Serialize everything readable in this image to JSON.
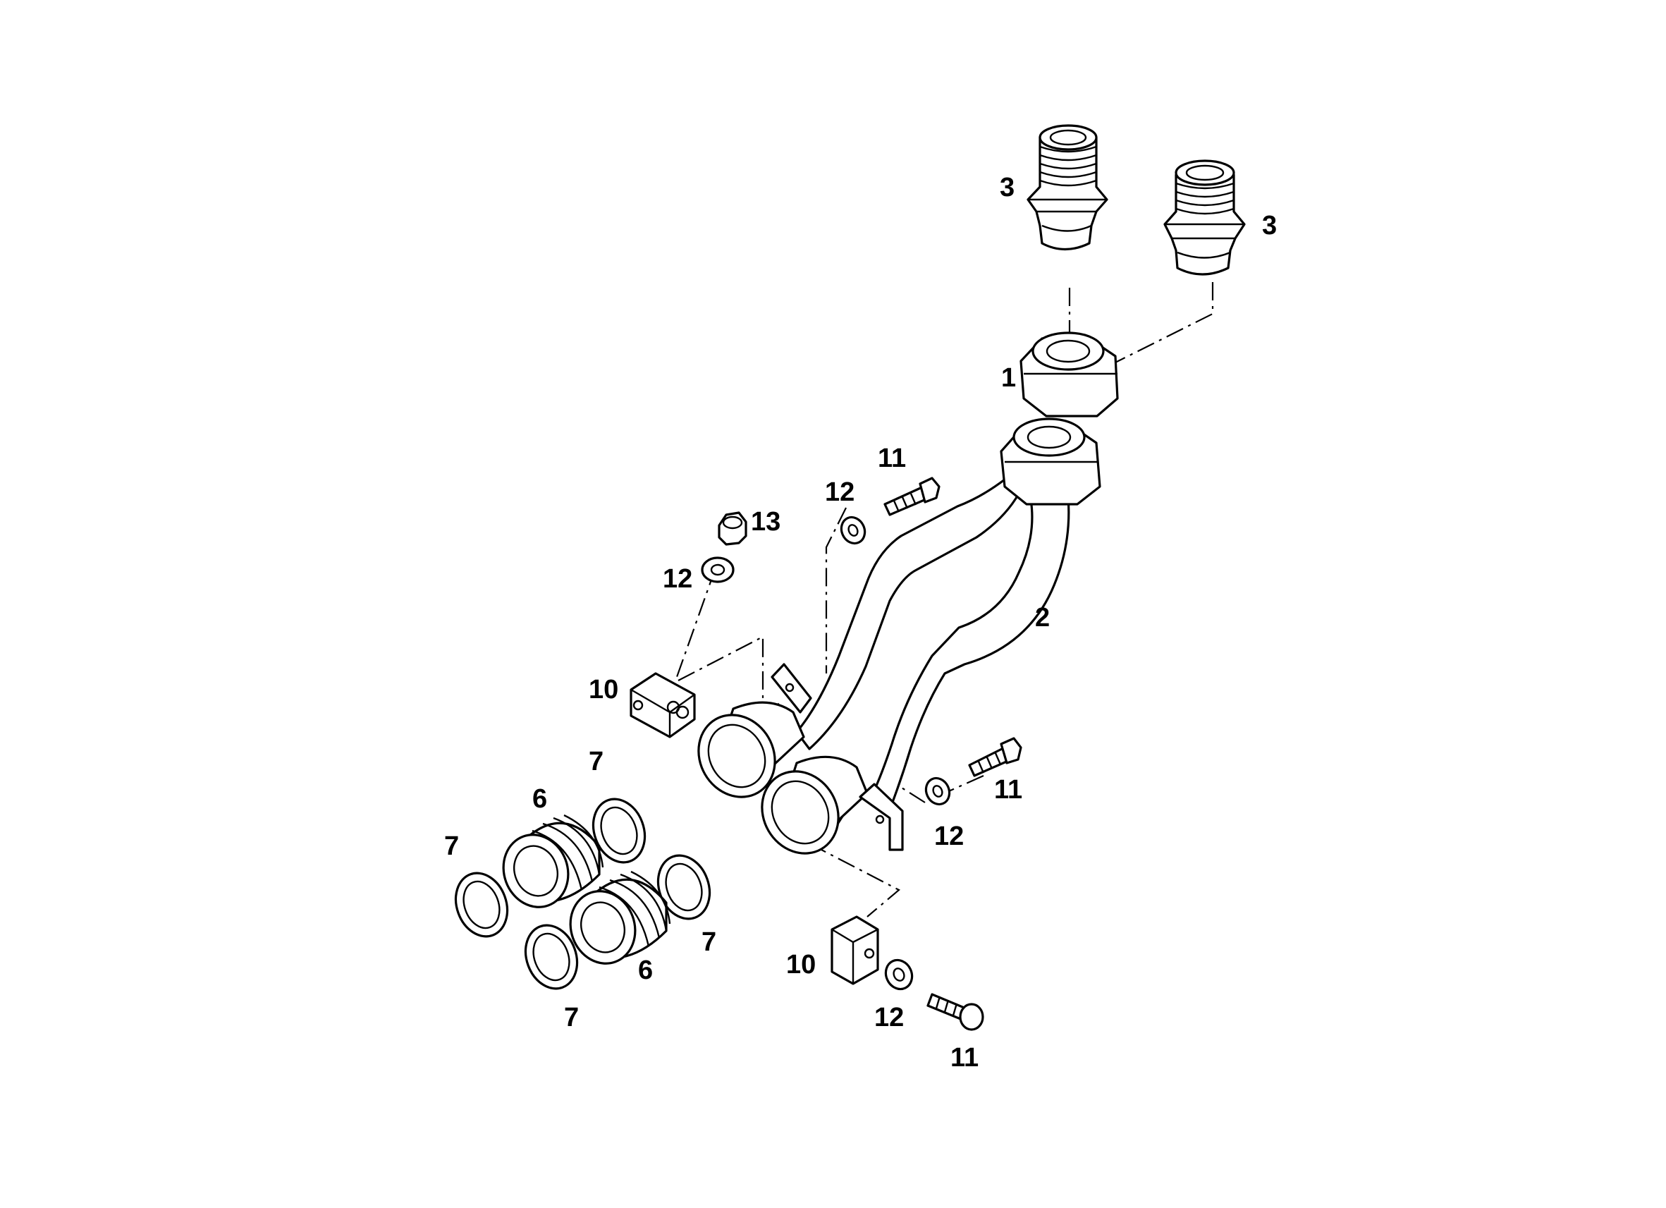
{
  "diagram": {
    "type": "exploded-parts-view",
    "callouts": {
      "p1": "1",
      "p2": "2",
      "p3a": "3",
      "p3b": "3",
      "p6a": "6",
      "p6b": "6",
      "p7a": "7",
      "p7b": "7",
      "p7c": "7",
      "p7d": "7",
      "p10a": "10",
      "p10b": "10",
      "p11a": "11",
      "p11b": "11",
      "p11c": "11",
      "p12a": "12",
      "p12b": "12",
      "p12c": "12",
      "p12d": "12",
      "p13": "13"
    }
  }
}
